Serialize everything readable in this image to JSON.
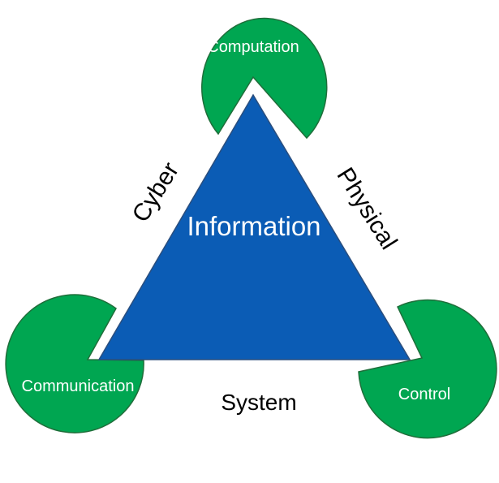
{
  "center": {
    "label": "Information",
    "color": "#0b5cb5"
  },
  "nodes": {
    "computation": {
      "label": "Computation"
    },
    "communication": {
      "label": "Communication"
    },
    "control": {
      "label": "Control"
    }
  },
  "node_color": "#00a651",
  "sides": {
    "cyber": "Cyber",
    "physical": "Physical",
    "system": "System"
  }
}
